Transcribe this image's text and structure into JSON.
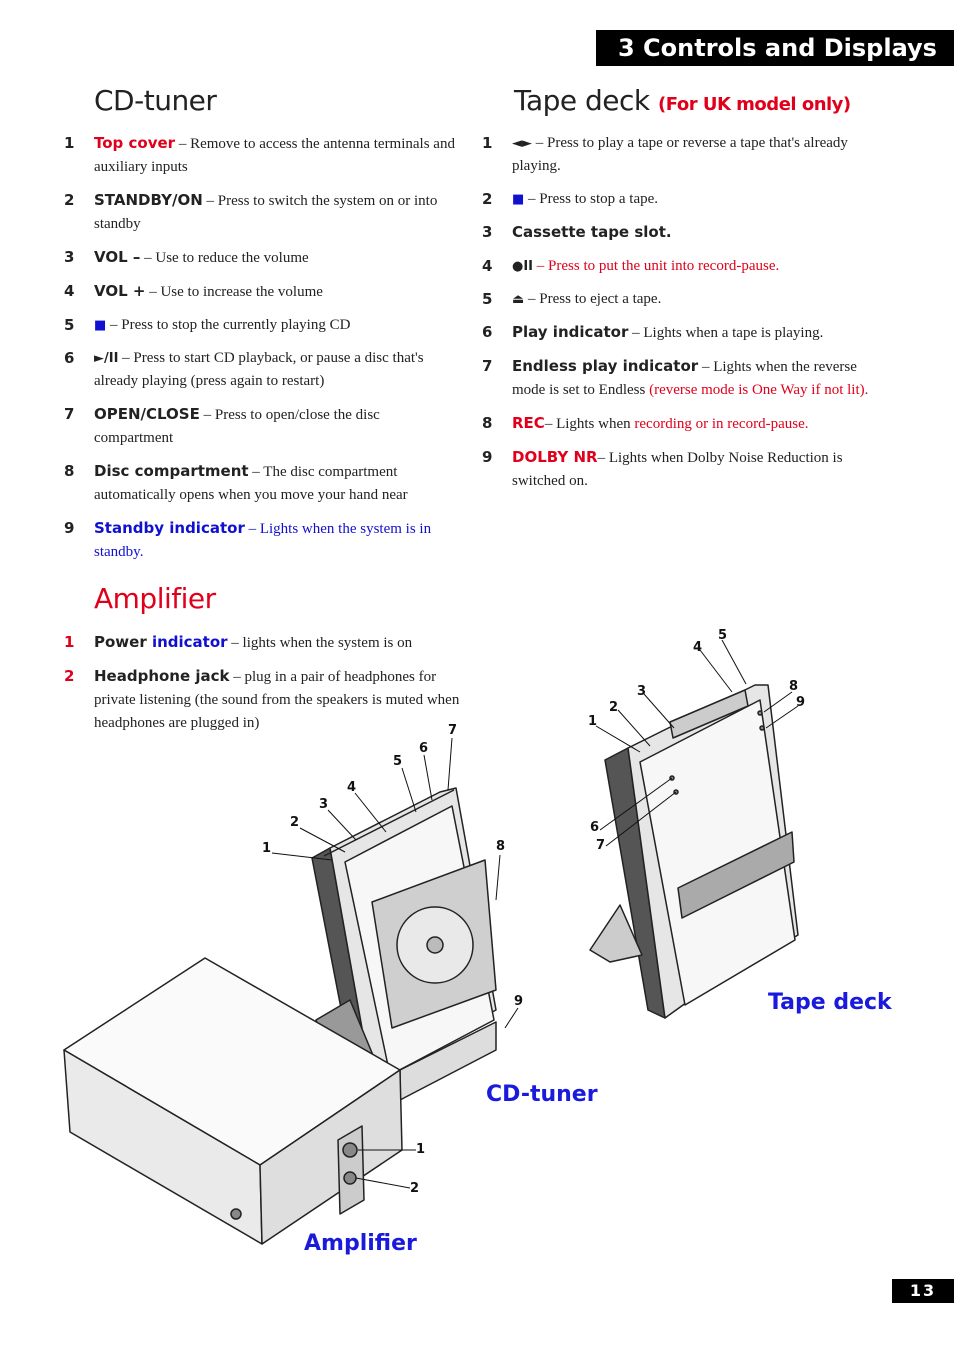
{
  "header": {
    "title": "3 Controls and Displays"
  },
  "cd_tuner": {
    "title": "CD-tuner",
    "items": [
      {
        "num": "1",
        "term": "Top cover",
        "desc": " – Remove to access the antenna terminals and auxiliary inputs"
      },
      {
        "num": "2",
        "term": "STANDBY/ON",
        "desc": " – Press to switch the system on or into standby"
      },
      {
        "num": "3",
        "term": "VOL –",
        "desc": " – Use to reduce the volume"
      },
      {
        "num": "4",
        "term": "VOL +",
        "desc": " – Use to increase the volume"
      },
      {
        "num": "5",
        "term": "■",
        "desc": "  – Press to stop the currently playing CD"
      },
      {
        "num": "6",
        "term": "►/II",
        "desc": " – Press to start CD playback, or pause a disc that's already playing (press again to restart)"
      },
      {
        "num": "7",
        "term": "OPEN/CLOSE",
        "desc": " – Press to open/close the disc compartment"
      },
      {
        "num": "8",
        "term": "Disc compartment",
        "desc": " – The disc compartment automatically opens when you move your hand near"
      },
      {
        "num": "9",
        "term": "Standby indicator",
        "desc": " – Lights when the system is in standby."
      }
    ]
  },
  "tape_deck": {
    "title": "Tape deck",
    "subtitle": "(For UK model only)",
    "items": [
      {
        "num": "1",
        "term": "◄►",
        "desc": " – Press to play a tape or reverse a tape that's already playing."
      },
      {
        "num": "2",
        "term": "■",
        "desc": " – Press to stop a tape."
      },
      {
        "num": "3",
        "term": "Cassette tape slot.",
        "desc": ""
      },
      {
        "num": "4",
        "term": "●II",
        "desc": " – Press to put the unit into record-pause."
      },
      {
        "num": "5",
        "term": "⏏",
        "desc": " – Press to eject a tape."
      },
      {
        "num": "6",
        "term": "Play indicator",
        "desc": " – Lights when a tape is playing."
      },
      {
        "num": "7",
        "term": "Endless play indicator",
        "desc": " – Lights when the reverse mode is set to Endless ",
        "desc_red": "(reverse mode is One Way if not lit)."
      },
      {
        "num": "8",
        "term": "REC",
        "desc": "– Lights when ",
        "desc_red": "recording or in record-pause."
      },
      {
        "num": "9",
        "term": "DOLBY NR",
        "desc": "– Lights when Dolby Noise Reduction is switched on."
      }
    ]
  },
  "amplifier": {
    "title": "Amplifier",
    "items": [
      {
        "num": "1",
        "term": "Power",
        "term_blue": " indicator",
        "desc": " – lights when the system is on"
      },
      {
        "num": "2",
        "term": "Headphone jack",
        "desc": " – plug in a pair of headphones for private listening (the sound from the speakers is muted when headphones are plugged in)"
      }
    ]
  },
  "figure_labels": {
    "cd_tuner": "CD-tuner",
    "tape_deck": "Tape deck",
    "amplifier": "Amplifier"
  },
  "callouts": {
    "cd": [
      "1",
      "2",
      "3",
      "4",
      "5",
      "6",
      "7",
      "8",
      "9"
    ],
    "tape": [
      "1",
      "2",
      "3",
      "4",
      "5",
      "6",
      "7",
      "8",
      "9"
    ],
    "amp": [
      "1",
      "2"
    ]
  },
  "page_number": "13",
  "colors": {
    "red": "#e0001b",
    "blue": "#1010d0"
  }
}
